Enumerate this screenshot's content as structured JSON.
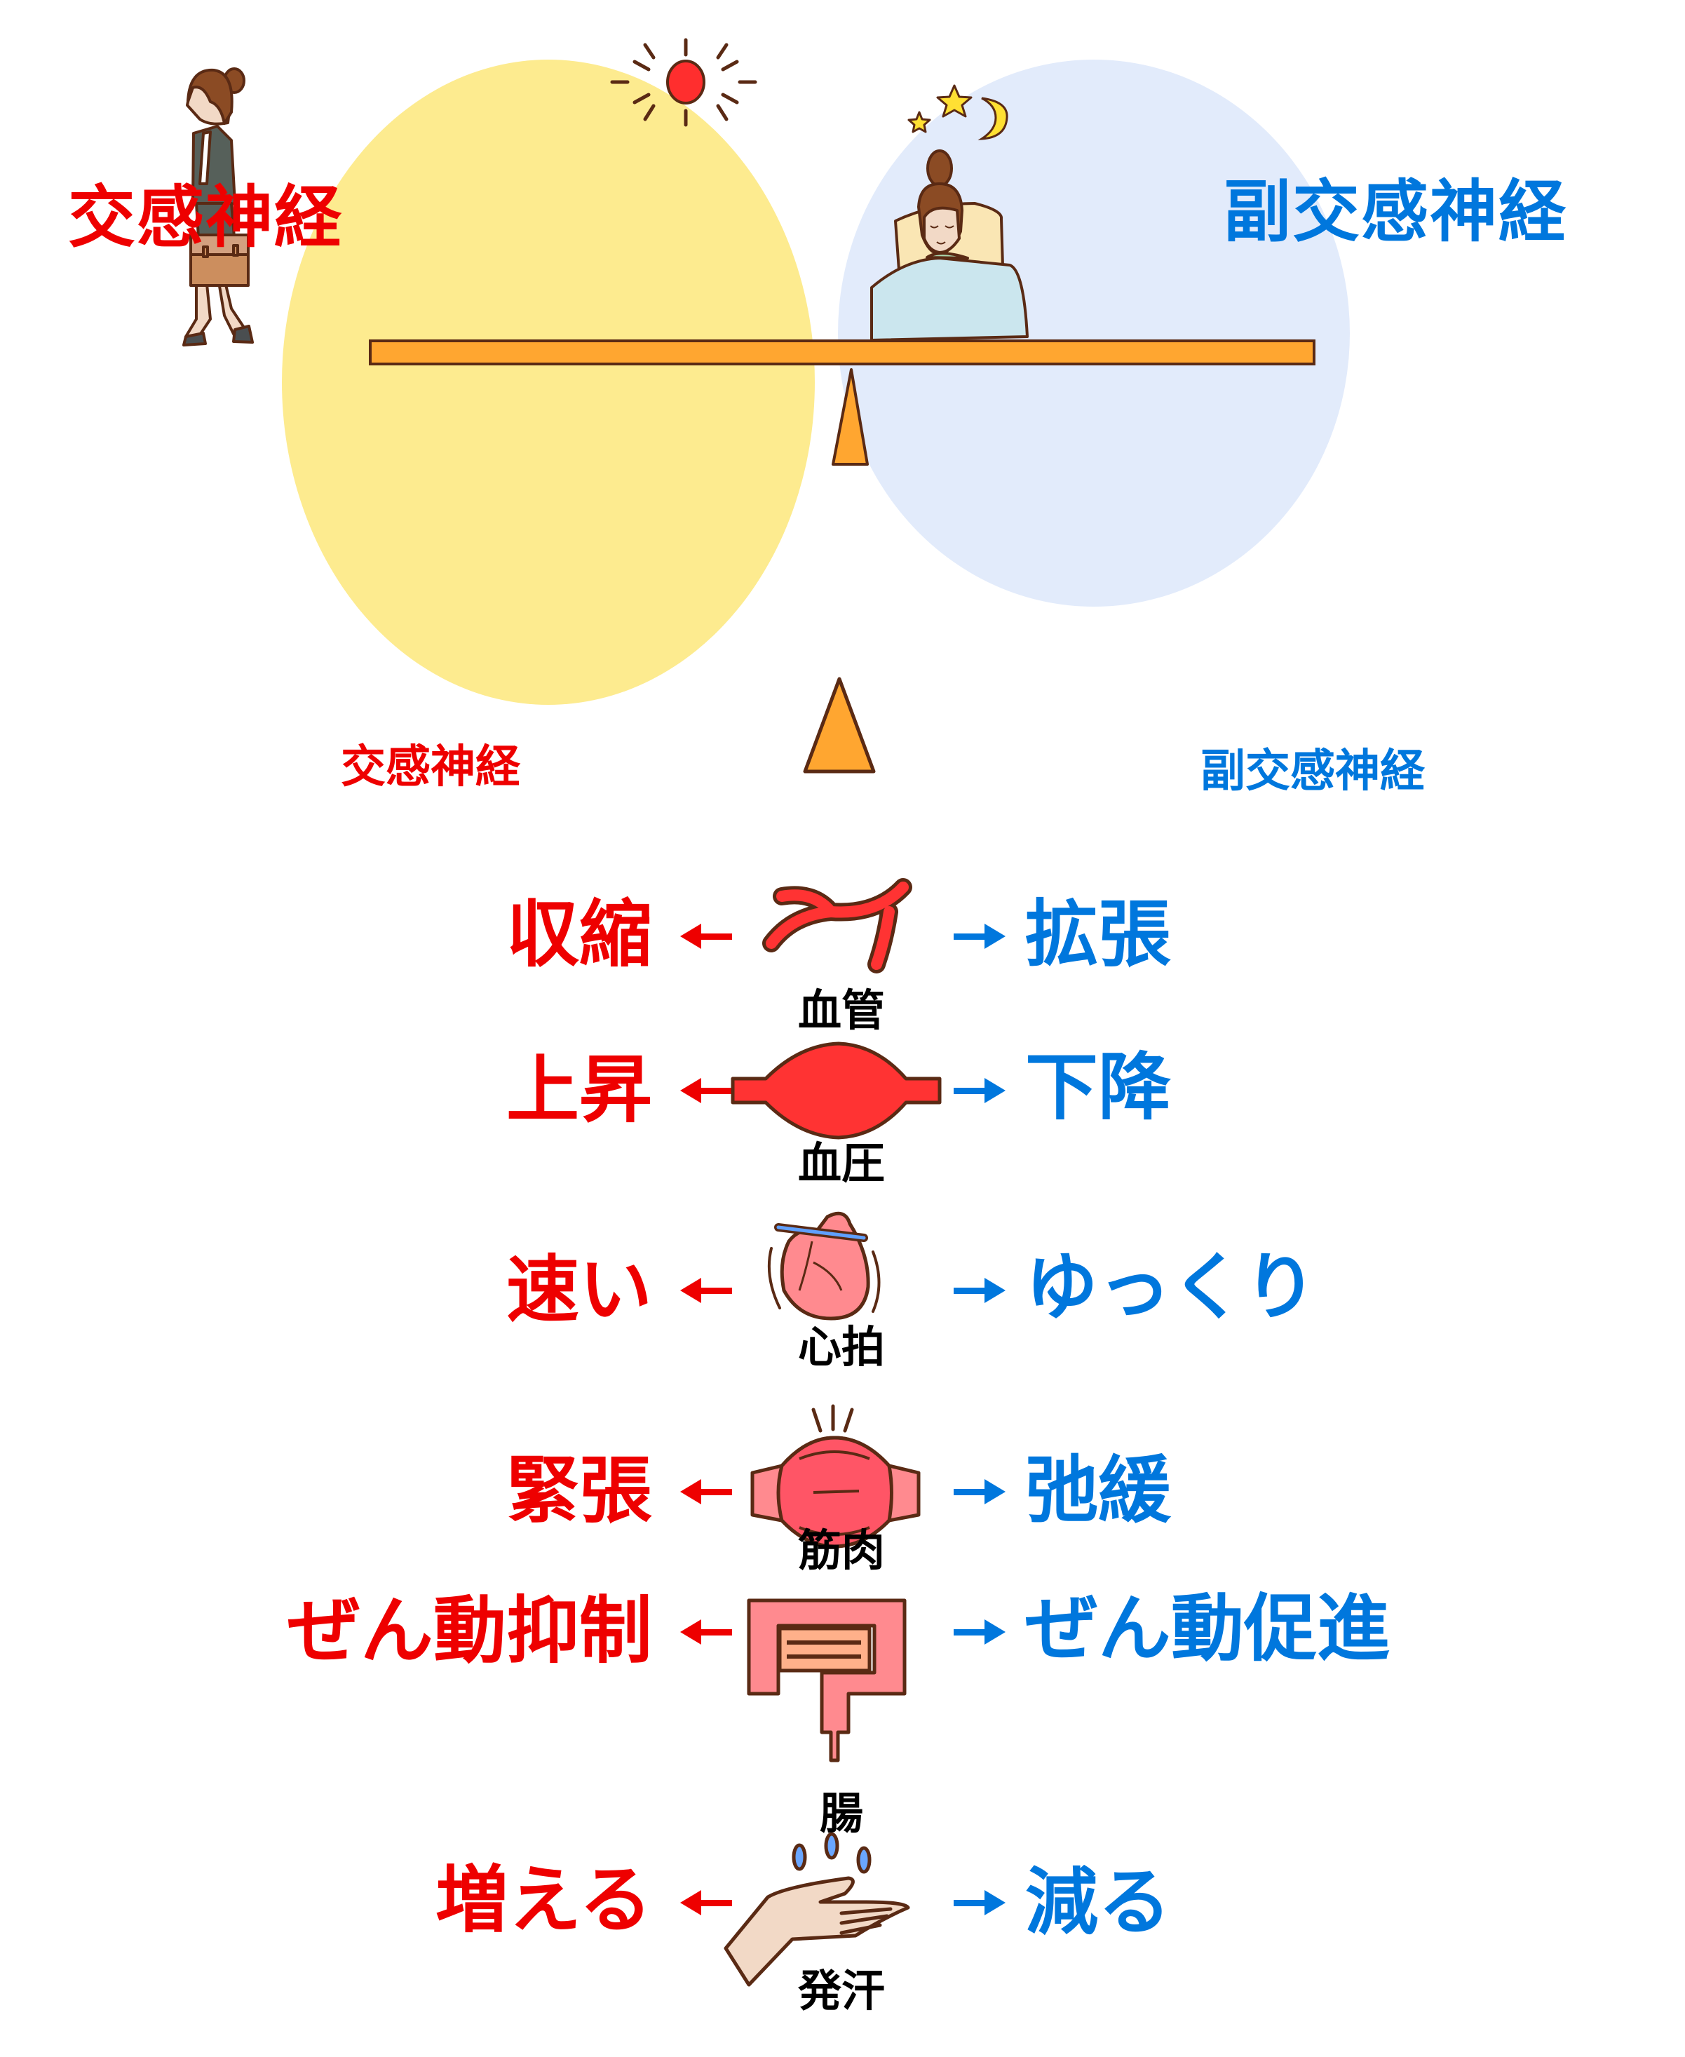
{
  "top": {
    "sympathetic_label": "交感神経",
    "parasympathetic_label": "副交感神経"
  },
  "scale": {
    "sympathetic_label": "交感神経",
    "parasympathetic_label": "副交感神経"
  },
  "colors": {
    "sympathetic": "#ee0000",
    "parasympathetic": "#0077dd",
    "day_circle": "#fdeb8f",
    "night_circle": "#e2ebfb",
    "seesaw": "#ffa630",
    "outline": "#5a2a14",
    "organ_red": "#ff3333",
    "organ_pink": "#ff8a8f"
  },
  "rows": [
    {
      "organ": "血管",
      "icon": "blood-vessel-icon",
      "sympathetic": "収縮",
      "parasympathetic": "拡張"
    },
    {
      "organ": "血圧",
      "icon": "blood-pressure-icon",
      "sympathetic": "上昇",
      "parasympathetic": "下降"
    },
    {
      "organ": "心拍",
      "icon": "heart-icon",
      "sympathetic": "速い",
      "parasympathetic": "ゆっくり"
    },
    {
      "organ": "筋肉",
      "icon": "muscle-icon",
      "sympathetic": "緊張",
      "parasympathetic": "弛緩"
    },
    {
      "organ": "腸",
      "icon": "intestine-icon",
      "sympathetic": "ぜん動抑制",
      "parasympathetic": "ぜん動促進"
    },
    {
      "organ": "発汗",
      "icon": "sweating-hand-icon",
      "sympathetic": "増える",
      "parasympathetic": "減る"
    }
  ]
}
